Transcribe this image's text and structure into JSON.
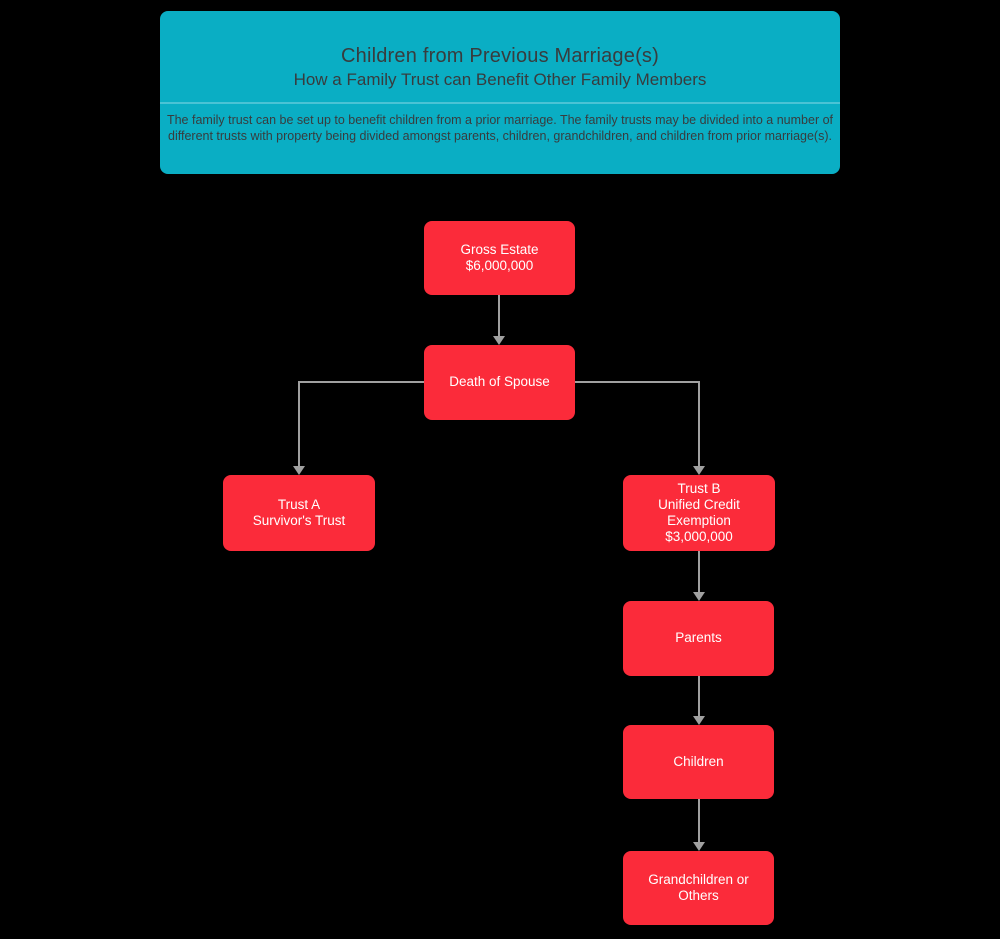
{
  "header": {
    "title": "Children from Previous Marriage(s)",
    "subtitle": "How a Family Trust can Benefit Other Family Members",
    "description": "The family trust can be set up to benefit children from a prior marriage.  The family trusts may be divided into a number of different trusts with property being divided amongst parents, children, grandchildren, and children from prior marriage(s)."
  },
  "nodes": {
    "gross_estate": "Gross Estate\n$6,000,000",
    "death_of_spouse": "Death of Spouse",
    "trust_a": "Trust A\nSurvivor's Trust",
    "trust_b": "Trust B\nUnified Credit\nExemption\n$3,000,000",
    "parents": "Parents",
    "children": "Children",
    "grandchildren": "Grandchildren or\nOthers"
  },
  "colors": {
    "background": "#000000",
    "header_fill": "#0AAEC4",
    "header_divider": "#4AC3D5",
    "header_text": "#383C3E",
    "node_fill": "#FB2B3A",
    "node_text": "#FFFFFF",
    "connector": "#A0A0A0"
  }
}
